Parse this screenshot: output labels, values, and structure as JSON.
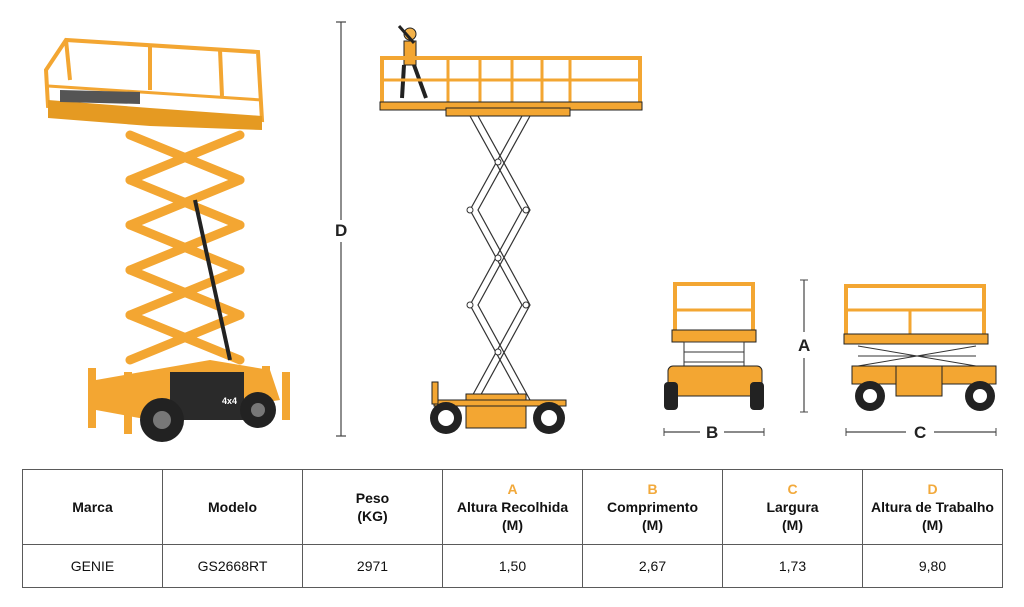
{
  "dimension_labels": {
    "d": "D",
    "a": "A",
    "b": "B",
    "c": "C"
  },
  "machine_decal": "4x4",
  "colors": {
    "machine_orange": "#f3a632",
    "accent_letter": "#f2a93b",
    "outline": "#222222",
    "dark_body": "#2a2a2a"
  },
  "table": {
    "headers": [
      {
        "letter": "",
        "label": "Marca",
        "unit": ""
      },
      {
        "letter": "",
        "label": "Modelo",
        "unit": ""
      },
      {
        "letter": "",
        "label": "Peso",
        "unit": "(KG)"
      },
      {
        "letter": "A",
        "label": "Altura Recolhida",
        "unit": "(M)"
      },
      {
        "letter": "B",
        "label": "Comprimento",
        "unit": "(M)"
      },
      {
        "letter": "C",
        "label": "Largura",
        "unit": "(M)"
      },
      {
        "letter": "D",
        "label": "Altura de Trabalho",
        "unit": "(M)"
      }
    ],
    "rows": [
      [
        "GENIE",
        "GS2668RT",
        "2971",
        "1,50",
        "2,67",
        "1,73",
        "9,80"
      ]
    ]
  }
}
